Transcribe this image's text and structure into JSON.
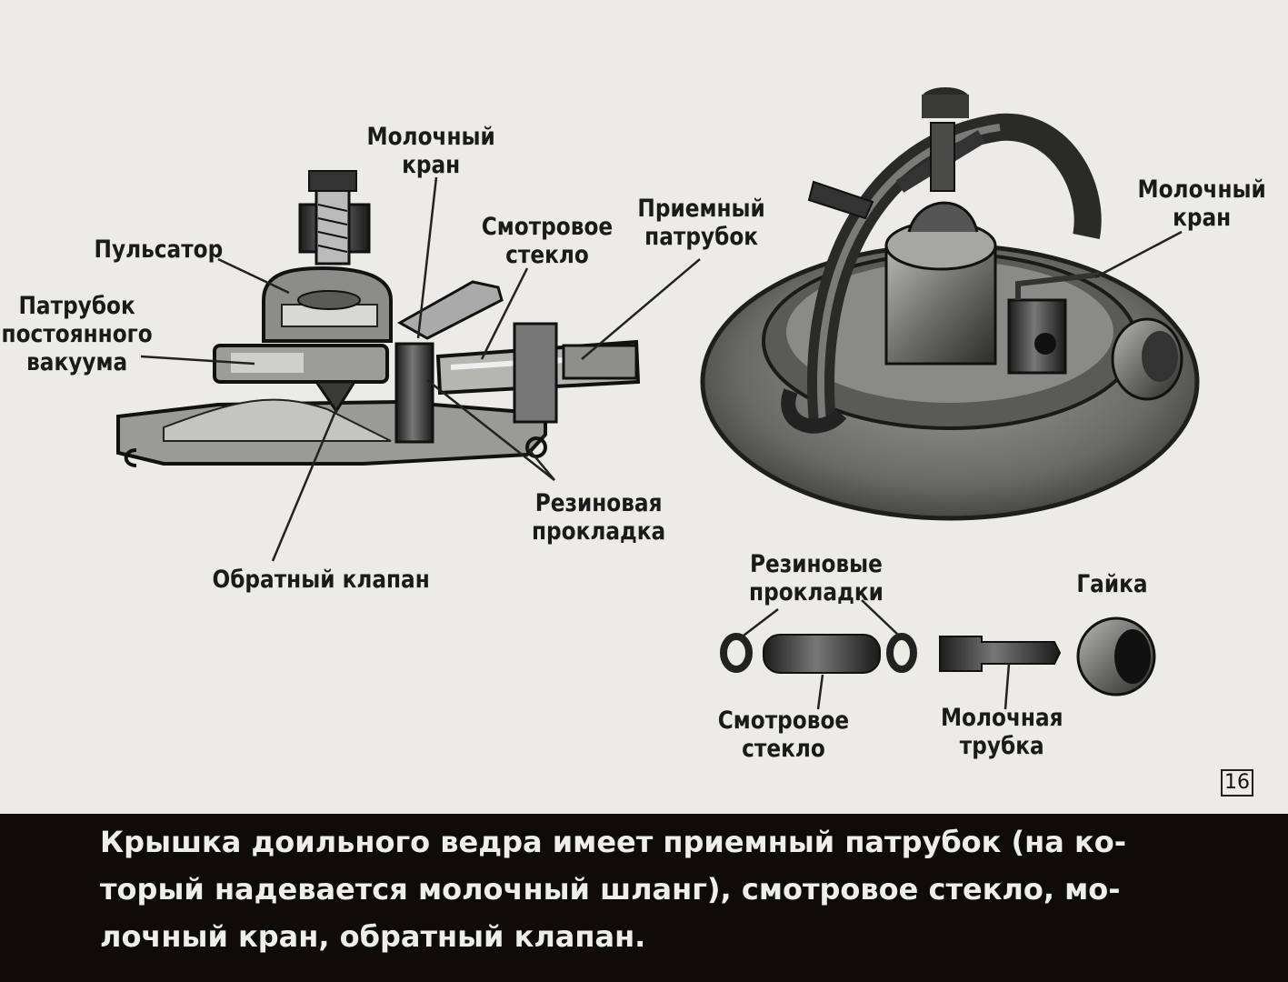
{
  "slide_number": "16",
  "caption": "Крышка доильного ведра имеет приемный патрубок (на ко-\nторый надевается молочный шланг), смотровое стекло, мо-\nлочный кран, обратный клапан.",
  "section_diagram": {
    "labels": {
      "milk_tap": "Молочный\nкран",
      "pulsator": "Пульсатор",
      "constant_vacuum_nozzle": "Патрубок\nпостоянного\nвакуума",
      "sight_glass": "Смотровое\nстекло",
      "intake_nozzle": "Приемный\nпатрубок",
      "rubber_gasket": "Резиновая\nпрокладка",
      "check_valve": "Обратный клапан"
    }
  },
  "lid_view": {
    "labels": {
      "milk_tap": "Молочный\nкран"
    }
  },
  "parts_view": {
    "labels": {
      "rubber_gaskets": "Резиновые\nпрокладки",
      "nut": "Гайка",
      "sight_glass": "Смотровое\nстекло",
      "milk_tube": "Молочная\nтрубка"
    }
  }
}
